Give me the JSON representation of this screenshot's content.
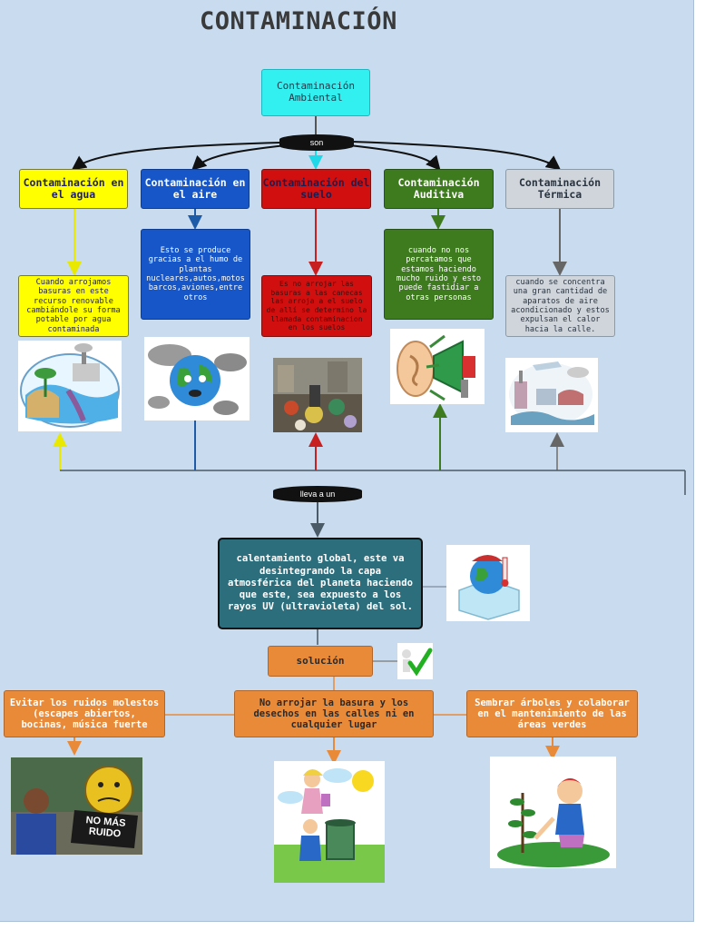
{
  "title": "CONTAMINACIÓN",
  "root": "Contaminación Ambiental",
  "connector_son": "son",
  "connector_lleva": "lleva a un",
  "types": [
    {
      "title": "Contaminación en el agua",
      "desc": "Cuando arrojamos basuras en este recurso renovable cambiándole su forma potable por agua contaminada",
      "color": "#ffff00"
    },
    {
      "title": "Contaminación en el aire",
      "desc": "Esto se produce gracias a el humo de plantas nucleares,autos,motos barcos,aviones,entre otros",
      "color": "#1656c8"
    },
    {
      "title": "Contaminación del suelo",
      "desc": "Es no arrojar las basuras a las canecas las arroja a el suelo de allí se determino la llamada contaminacion en los suelos",
      "color": "#d20f0f"
    },
    {
      "title": "Contaminación Auditiva",
      "desc": "cuando no nos percatamos que estamos haciendo mucho ruido y esto puede fastidiar a otras personas",
      "color": "#3e7a1e"
    },
    {
      "title": "Contaminación Térmica",
      "desc": "cuando se concentra una gran cantidad de aparatos de aire acondicionado y estos expulsan el calor hacia la calle.",
      "color": "#cfd5da"
    }
  ],
  "global": "calentamiento global, este va desintegrando la capa atmosférica del planeta haciendo que este, sea expuesto a los rayos UV (ultravioleta) del sol.",
  "solution": "solución",
  "solutions": [
    "Evitar los ruidos molestos (escapes abiertos, bocinas, música fuerte",
    "No arrojar la basura y los desechos en las calles ni en cualquier lugar",
    "Sembrar árboles y colaborar en el mantenimiento de las áreas verdes"
  ],
  "sign_text": "NO MÁS RUIDO",
  "colors": {
    "background": "#c9dcef",
    "cyan": "#33f0f0",
    "teal": "#2d6e7d",
    "orange": "#e98a38"
  }
}
